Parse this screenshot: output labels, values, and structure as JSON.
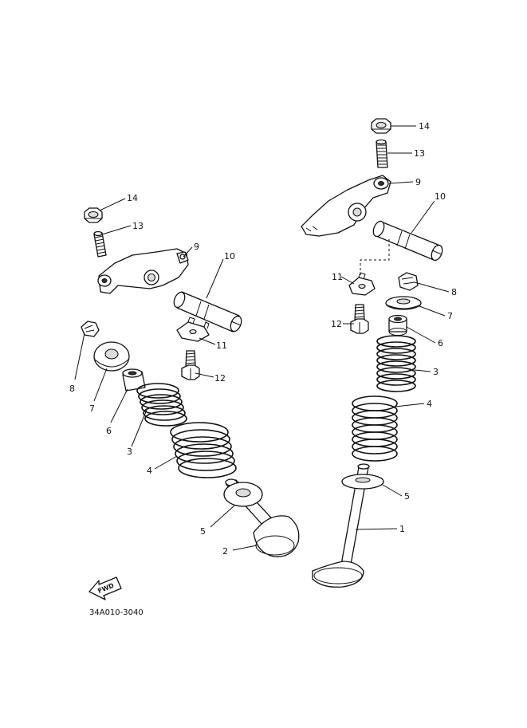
{
  "diagram_code": "34A010-3040",
  "fwd_label": "FWD",
  "callouts": {
    "l1": "14",
    "l2": "13",
    "l3": "9",
    "l4": "10",
    "l5": "11",
    "l6": "12",
    "l7": "8",
    "l8": "7",
    "l9": "6",
    "l10": "3",
    "l11": "4",
    "l12": "5",
    "l13": "2",
    "r1": "14",
    "r2": "13",
    "r3": "9",
    "r4": "10",
    "r5": "11",
    "r6": "8",
    "r7": "12",
    "r8": "7",
    "r9": "6",
    "r10": "3",
    "r11": "4",
    "r12": "5",
    "r13": "1"
  }
}
